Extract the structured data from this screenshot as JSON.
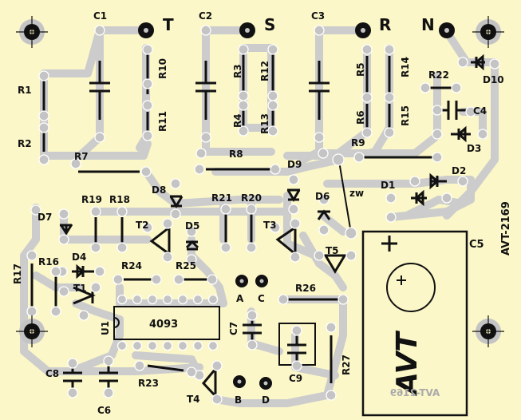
{
  "board_code": "AVT-2169",
  "mirror_text": "AVT-2169",
  "logo_text": "AVT",
  "phases": [
    "T",
    "S",
    "R",
    "N"
  ],
  "ic_body": "4093",
  "components": {
    "C1": "C1",
    "C2": "C2",
    "C3": "C3",
    "C4": "C4",
    "C5": "C5",
    "C6": "C6",
    "C7": "C7",
    "C8": "C8",
    "C9": "C9",
    "R1": "R1",
    "R2": "R2",
    "R3": "R3",
    "R4": "R4",
    "R5": "R5",
    "R6": "R6",
    "R7": "R7",
    "R8": "R8",
    "R9": "R9",
    "R10": "R10",
    "R11": "R11",
    "R12": "R12",
    "R13": "R13",
    "R14": "R14",
    "R15": "R15",
    "R16": "R16",
    "R17": "R17",
    "R18": "R18",
    "R19": "R19",
    "R20": "R20",
    "R21": "R21",
    "R22": "R22",
    "R23": "R23",
    "R24": "R24",
    "R25": "R25",
    "R26": "R26",
    "R27": "R27",
    "D1": "D1",
    "D2": "D2",
    "D3": "D3",
    "D4": "D4",
    "D5": "D5",
    "D6": "D6",
    "D7": "D7",
    "D8": "D8",
    "D9": "D9",
    "D10": "D10",
    "T1": "T1",
    "T2": "T2",
    "T3": "T3",
    "T4": "T4",
    "T5": "T5",
    "U1": "U1",
    "ZW": "zw"
  },
  "pins": {
    "A": "A",
    "B": "B",
    "C": "C",
    "D": "D"
  },
  "plus": "+"
}
